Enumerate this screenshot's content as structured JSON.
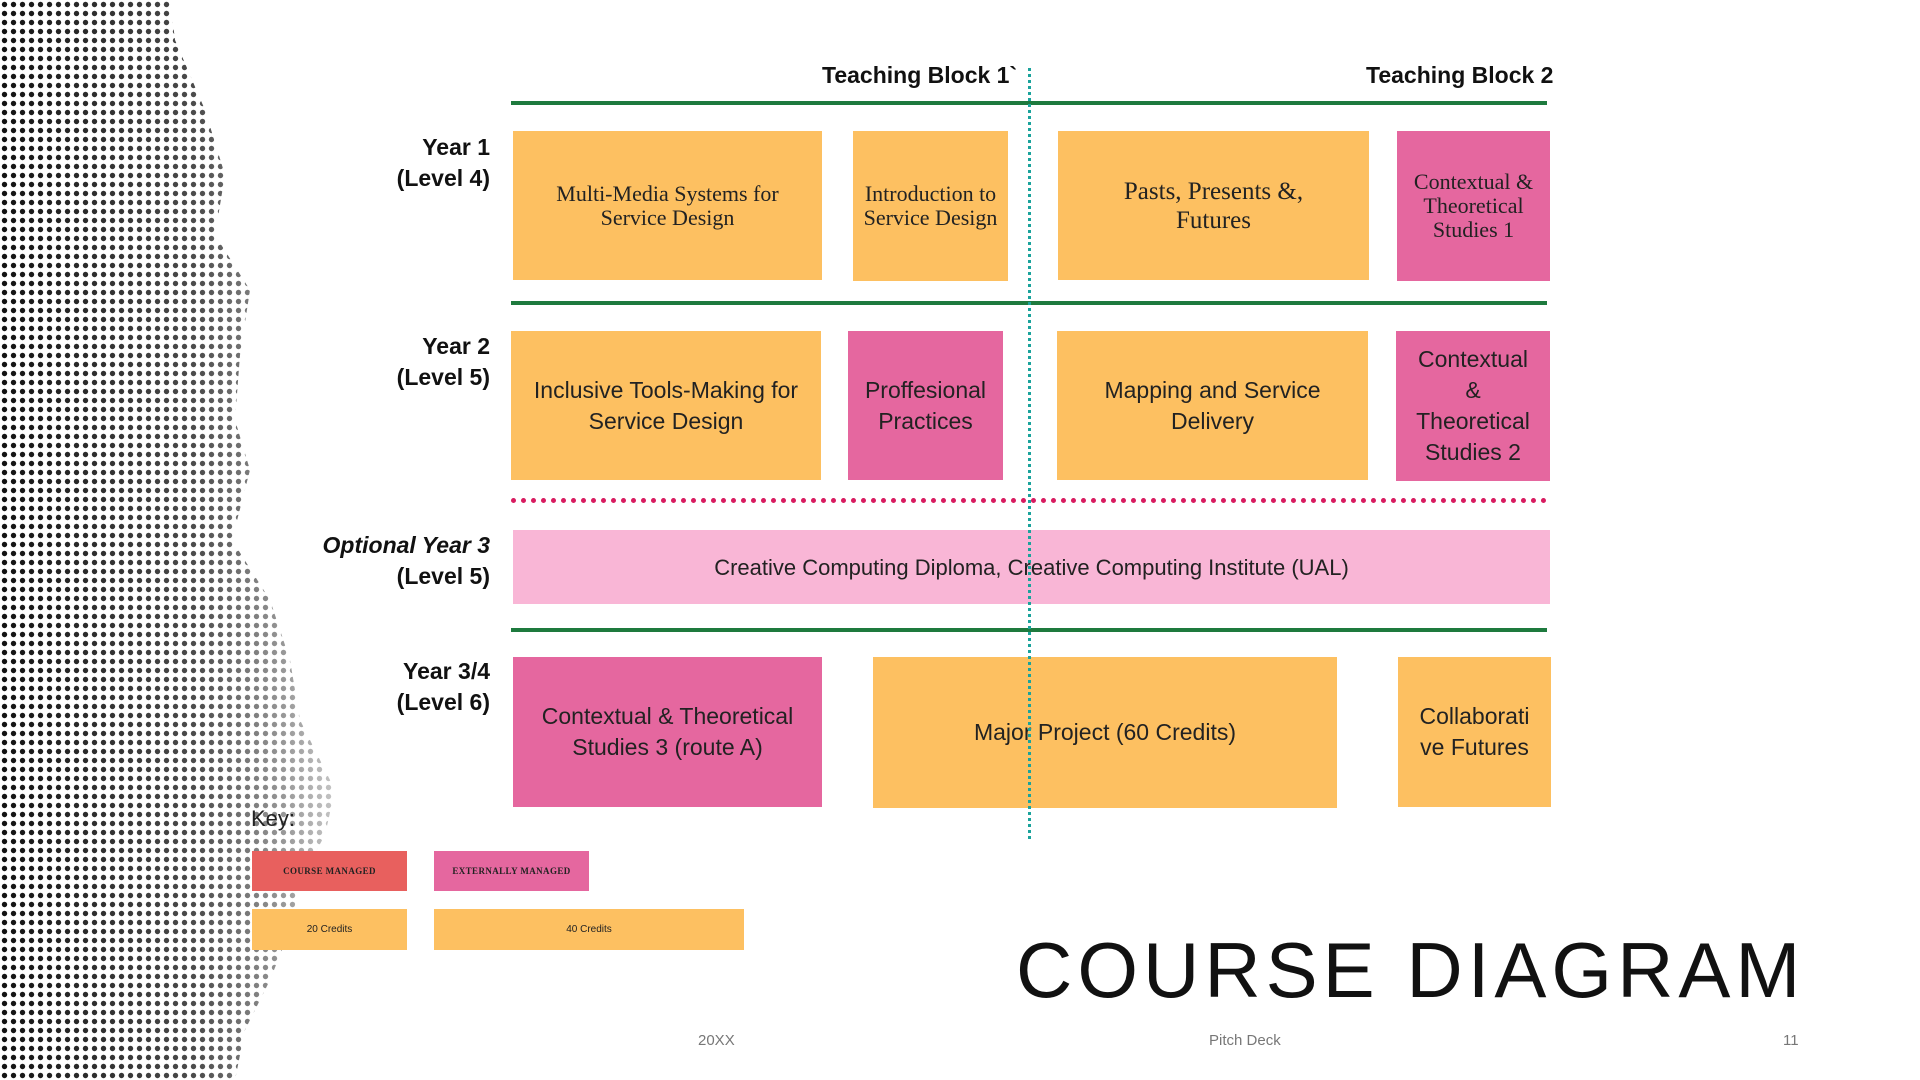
{
  "headers": {
    "block1": "Teaching Block 1`",
    "block2": "Teaching Block 2"
  },
  "rows": {
    "y1_line1": "Year 1",
    "y1_line2": "(Level 4)",
    "y2_line1": "Year 2",
    "y2_line2": "(Level 5)",
    "y3opt_line1": "Optional Year 3",
    "y3opt_line2": "(Level 5)",
    "y34_line1": "Year 3/4",
    "y34_line2": "(Level 6)"
  },
  "modules": {
    "multimedia": "Multi-Media Systems for Service Design",
    "intro": "Introduction to Service Design",
    "pasts": "Pasts, Presents &, Futures",
    "ct1": "Contextual & Theoretical Studies 1",
    "inclusive": "Inclusive Tools-Making for Service Design",
    "prof": "Proffesional Practices",
    "mapping": "Mapping and Service Delivery",
    "ct2": "Contextual & Theoretical Studies 2",
    "diploma": "Creative Computing Diploma,  Creative Computing Institute (UAL)",
    "ct3": "Contextual & Theoretical Studies 3 (route A)",
    "major": "Major Project (60 Credits)",
    "collab": "Collaborative Futures"
  },
  "key": {
    "title": "Key:",
    "course_managed": "COURSE MANAGED",
    "external": "EXTERNALLY MANAGED",
    "credits20": "20 Credits",
    "credits40": "40 Credits"
  },
  "slide": {
    "title": "COURSE DIAGRAM",
    "footer_left": "20XX",
    "footer_center": "Pitch Deck",
    "footer_right": "11"
  },
  "colors": {
    "course_managed_key": "#e8605e",
    "module_orange": "#fdc061",
    "module_pink": "#e5679f",
    "optional_pink": "#f9b6d6",
    "rule_green": "#1e7a3e",
    "divider_pink": "#d81b60",
    "block_divider_teal": "#1aa39c"
  }
}
